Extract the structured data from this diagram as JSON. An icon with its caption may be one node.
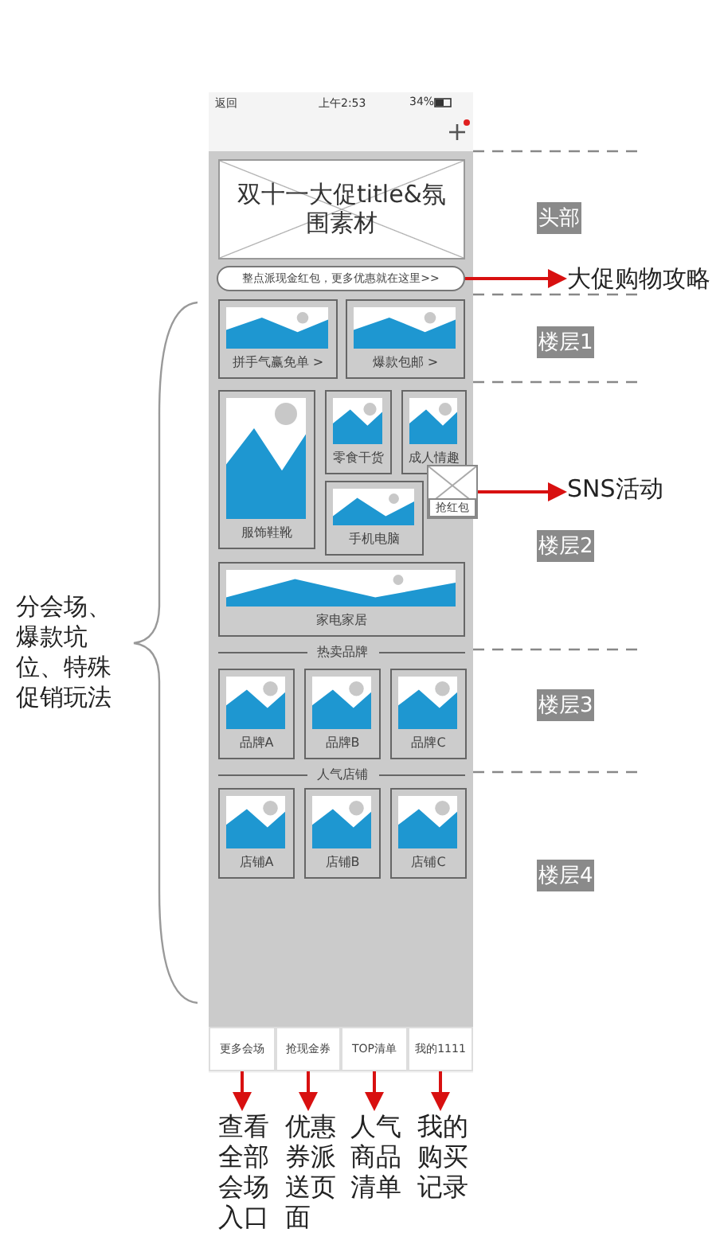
{
  "diagram": {
    "nodes": [
      {
        "text": [
          "双十一大促title&氛围素材"
        ]
      },
      {
        "text": [
          "整点派现金红包，更多优惠就在这里>>"
        ]
      },
      {
        "text": [
          "大促购物攻略"
        ]
      },
      {
        "text": [
          "拼手气赢免单 >"
        ]
      },
      {
        "text": [
          "爆款包邮 >"
        ]
      },
      {
        "text": [
          "服饰鞋靴"
        ]
      },
      {
        "text": [
          "零食干货"
        ]
      },
      {
        "text": [
          "成人情趣"
        ]
      },
      {
        "text": [
          "手机电脑"
        ]
      },
      {
        "text": [
          "抢红包"
        ]
      },
      {
        "text": [
          "SNS活动"
        ]
      },
      {
        "text": [
          "家电家居"
        ]
      },
      {
        "text": [
          "品牌A"
        ]
      },
      {
        "text": [
          "品牌B"
        ]
      },
      {
        "text": [
          "品牌C"
        ]
      },
      {
        "text": [
          "店铺A"
        ]
      },
      {
        "text": [
          "店铺B"
        ]
      },
      {
        "text": [
          "店铺C"
        ]
      },
      {
        "text": [
          "更多会场"
        ]
      },
      {
        "text": [
          "抢现金券"
        ]
      },
      {
        "text": [
          "TOP清单"
        ]
      },
      {
        "text": [
          "我的1111"
        ]
      },
      {
        "text": [
          "查看全部会场入口"
        ]
      },
      {
        "text": [
          "优惠券派送页面"
        ]
      },
      {
        "text": [
          "人气商品清单"
        ]
      },
      {
        "text": [
          "我的购买记录"
        ]
      }
    ],
    "edges": [
      {
        "from": 1,
        "to": 2,
        "arrow": "to"
      },
      {
        "from": 9,
        "to": 10,
        "arrow": "to"
      },
      {
        "from": 18,
        "to": 22,
        "arrow": "to"
      },
      {
        "from": 19,
        "to": 23,
        "arrow": "to"
      },
      {
        "from": 20,
        "to": 24,
        "arrow": "to"
      },
      {
        "from": 21,
        "to": 25,
        "arrow": "to"
      }
    ],
    "labels": [
      "返回",
      "上午2:53",
      "34%",
      "头部",
      "楼层1",
      "楼层2",
      "楼层3",
      "楼层4",
      "热卖品牌",
      "人气店铺",
      "分会场、爆款坑位、特殊促销玩法"
    ]
  }
}
